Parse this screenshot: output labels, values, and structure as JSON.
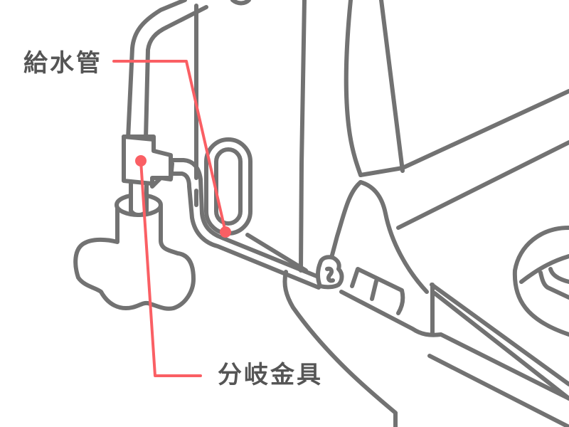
{
  "diagram": {
    "subject": "toilet water supply connection",
    "line_color": "#727272",
    "leader_color": "#fa5f64",
    "label_color": "#555555",
    "background": "#ffffff"
  },
  "labels": {
    "water_supply_pipe": "給水管",
    "branch_fitting": "分岐金具"
  },
  "callouts": [
    {
      "label": "給水管",
      "target": "supply hose loop",
      "dot": [
        317,
        326
      ]
    },
    {
      "label": "分岐金具",
      "target": "branch tee fitting",
      "dot": [
        198,
        226
      ]
    }
  ]
}
